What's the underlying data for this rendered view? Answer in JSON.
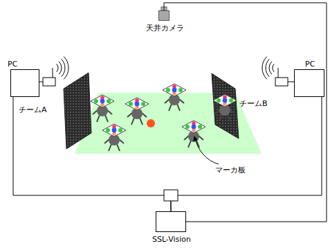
{
  "diagram": {
    "nodes": [
      {
        "text": [
          "天井カメラ"
        ]
      },
      {
        "text": [
          "PC"
        ]
      },
      {
        "text": [
          "PC"
        ]
      },
      {
        "text": [
          "SSL-Vision"
        ]
      }
    ],
    "edges": [
      {
        "from": 0,
        "to": 3,
        "arrow": "none"
      },
      {
        "from": 3,
        "to": 1,
        "arrow": "none"
      },
      {
        "from": 3,
        "to": 2,
        "arrow": "none"
      }
    ],
    "labels": [
      "チームA",
      "チームB",
      "マーカ板"
    ]
  }
}
